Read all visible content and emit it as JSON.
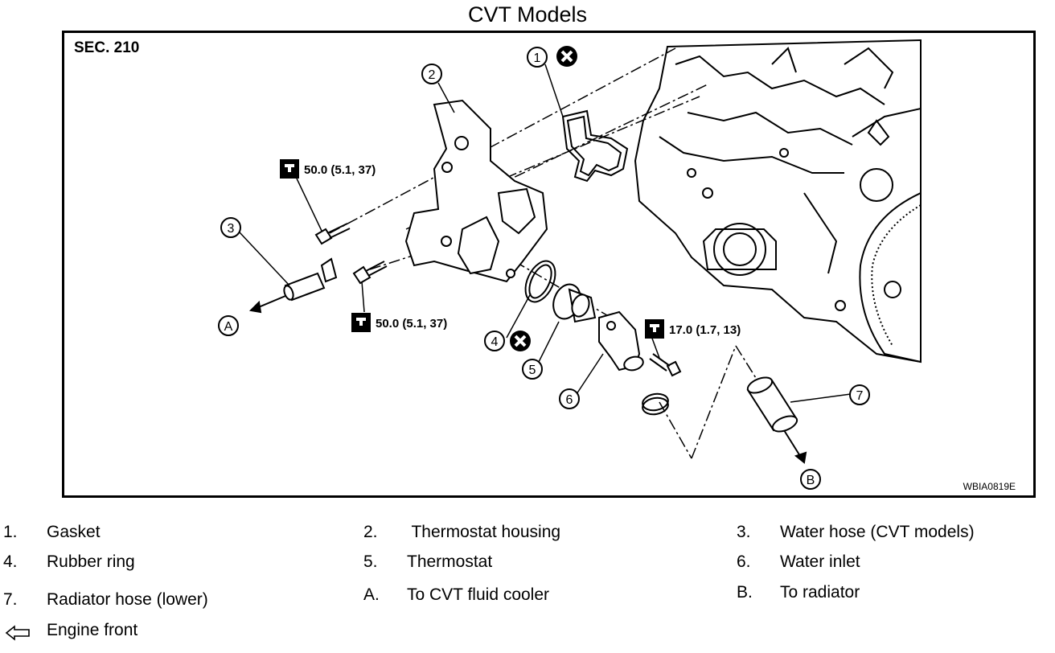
{
  "title": "CVT Models",
  "section": "SEC. 210",
  "figure_code": "WBIA0819E",
  "callouts": {
    "c1": "1",
    "c2": "2",
    "c3": "3",
    "c4": "4",
    "c5": "5",
    "c6": "6",
    "c7": "7",
    "cA": "A",
    "cB": "B"
  },
  "torques": {
    "t1": "50.0 (5.1, 37)",
    "t2": "50.0 (5.1, 37)",
    "t3": "17.0 (1.7, 13)"
  },
  "legend": [
    {
      "num": "1.",
      "label": "Gasket"
    },
    {
      "num": "2.",
      "label": " Thermostat housing"
    },
    {
      "num": "3.",
      "label": "Water hose (CVT models)"
    },
    {
      "num": "4.",
      "label": "Rubber ring"
    },
    {
      "num": "5.",
      "label": "Thermostat"
    },
    {
      "num": "6.",
      "label": "Water inlet"
    },
    {
      "num": "7.",
      "label": "Radiator hose (lower)"
    },
    {
      "num": "A.",
      "label": "To CVT fluid cooler"
    },
    {
      "num": "B.",
      "label": "To radiator"
    },
    {
      "num": "",
      "label": "Engine front"
    }
  ],
  "icons": {
    "replace": "x-circle-icon",
    "torque": "torque-wrench-icon",
    "front": "arrow-left-outline-icon"
  }
}
